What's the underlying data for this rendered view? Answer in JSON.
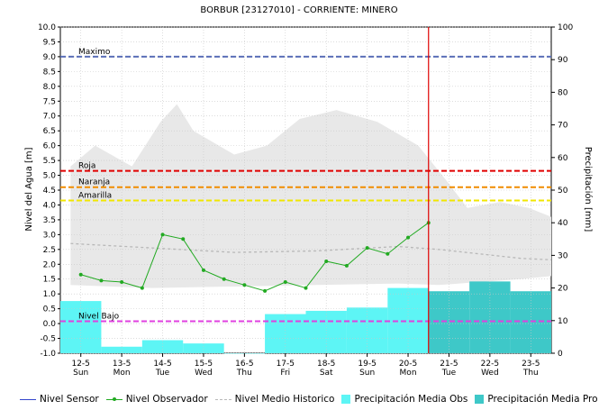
{
  "chart_data": {
    "type": "bar+line",
    "title": "BORBUR   [23127010] - CORRIENTE: MINERO",
    "ylabel_left": "Nivel del Agua [m]",
    "ylabel_right": "Precipitación [mm]",
    "ylim_left": [
      -1.0,
      10.0
    ],
    "ylim_right": [
      0,
      100
    ],
    "yticks_left": [
      "10.0",
      "9.5",
      "9.0",
      "8.5",
      "8.0",
      "7.5",
      "7.0",
      "6.5",
      "6.0",
      "5.5",
      "5.0",
      "4.5",
      "4.0",
      "3.5",
      "3.0",
      "2.5",
      "2.0",
      "1.5",
      "1.0",
      "0.5",
      "0.0",
      "-0.5",
      "-1.0"
    ],
    "yticks_right": [
      "100",
      "90",
      "80",
      "70",
      "60",
      "50",
      "40",
      "30",
      "20",
      "10",
      "0"
    ],
    "categories": [
      {
        "date": "12-5",
        "day": "Sun"
      },
      {
        "date": "13-5",
        "day": "Mon"
      },
      {
        "date": "14-5",
        "day": "Tue"
      },
      {
        "date": "15-5",
        "day": "Wed"
      },
      {
        "date": "16-5",
        "day": "Thu"
      },
      {
        "date": "17-5",
        "day": "Fri"
      },
      {
        "date": "18-5",
        "day": "Sat"
      },
      {
        "date": "19-5",
        "day": "Sun"
      },
      {
        "date": "20-5",
        "day": "Mon"
      },
      {
        "date": "21-5",
        "day": "Tue"
      },
      {
        "date": "22-5",
        "day": "Wed"
      },
      {
        "date": "23-5",
        "day": "Thu"
      }
    ],
    "reference_lines": [
      {
        "name": "Maximo",
        "value": 9.0,
        "color": "#5a6fb8"
      },
      {
        "name": "Roja",
        "value": 5.15,
        "color": "#e00000"
      },
      {
        "name": "Naranja",
        "value": 4.6,
        "color": "#f08c00"
      },
      {
        "name": "Amarilla",
        "value": 4.15,
        "color": "#f0e600"
      },
      {
        "name": "Nivel Bajo",
        "value": 0.08,
        "color": "#e040e0"
      }
    ],
    "current_time_day": 9.0,
    "series": [
      {
        "name": "Nivel Observador",
        "type": "line",
        "color": "#22aa22",
        "points": [
          [
            0.0,
            1.65
          ],
          [
            0.5,
            1.45
          ],
          [
            1.0,
            1.4
          ],
          [
            1.5,
            1.2
          ],
          [
            2.0,
            3.0
          ],
          [
            2.5,
            2.85
          ],
          [
            3.0,
            1.8
          ],
          [
            3.5,
            1.5
          ],
          [
            4.0,
            1.3
          ],
          [
            4.5,
            1.1
          ],
          [
            5.0,
            1.4
          ],
          [
            5.5,
            1.2
          ],
          [
            6.0,
            2.1
          ],
          [
            6.5,
            1.95
          ],
          [
            7.0,
            2.55
          ],
          [
            7.5,
            2.35
          ],
          [
            8.0,
            2.9
          ],
          [
            8.5,
            3.4
          ]
        ]
      },
      {
        "name": "Nivel Medio Historico",
        "type": "line",
        "color": "#b8b8b8",
        "points": [
          [
            0.0,
            2.7
          ],
          [
            2.0,
            2.55
          ],
          [
            4.0,
            2.4
          ],
          [
            6.0,
            2.45
          ],
          [
            8.0,
            2.6
          ],
          [
            9.0,
            2.5
          ],
          [
            10.0,
            2.35
          ],
          [
            11.0,
            2.2
          ],
          [
            11.75,
            2.15
          ]
        ]
      },
      {
        "name": "Precipitación Media Obs",
        "type": "bar",
        "color": "#5df5f5",
        "values": [
          16,
          2,
          4,
          3,
          0,
          12,
          13,
          14,
          20
        ]
      },
      {
        "name": "Precipitación Media Pro",
        "type": "bar",
        "color": "#3ec8c8",
        "values": [
          19,
          22,
          19
        ]
      }
    ],
    "band": {
      "name": "historic range",
      "color": "#e8e8e8",
      "upper": [
        [
          0,
          5.3
        ],
        [
          0.6,
          6.0
        ],
        [
          1.5,
          5.3
        ],
        [
          2.2,
          6.8
        ],
        [
          2.6,
          7.4
        ],
        [
          3.0,
          6.5
        ],
        [
          4.0,
          5.7
        ],
        [
          4.8,
          6.0
        ],
        [
          5.6,
          6.9
        ],
        [
          6.5,
          7.2
        ],
        [
          7.5,
          6.8
        ],
        [
          8.5,
          6.0
        ],
        [
          9.2,
          4.8
        ],
        [
          9.7,
          3.9
        ],
        [
          10.5,
          4.1
        ],
        [
          11.2,
          3.9
        ],
        [
          11.75,
          3.6
        ]
      ],
      "lower": [
        [
          0,
          1.3
        ],
        [
          2.0,
          1.2
        ],
        [
          4.0,
          1.25
        ],
        [
          6.0,
          1.3
        ],
        [
          8.0,
          1.35
        ],
        [
          9.0,
          1.3
        ],
        [
          10.0,
          1.4
        ],
        [
          11.0,
          1.5
        ],
        [
          11.75,
          1.6
        ]
      ]
    }
  },
  "legend": [
    {
      "label": "Nivel Sensor",
      "kind": "line",
      "color": "#3344cc"
    },
    {
      "label": "Nivel Observador",
      "kind": "line-dot",
      "color": "#22aa22"
    },
    {
      "label": "Nivel Medio Historico",
      "kind": "dashed",
      "color": "#b8b8b8"
    },
    {
      "label": "Precipitación Media Obs",
      "kind": "box",
      "color": "#5df5f5"
    },
    {
      "label": "Precipitación Media Pro",
      "kind": "box",
      "color": "#3ec8c8"
    }
  ]
}
